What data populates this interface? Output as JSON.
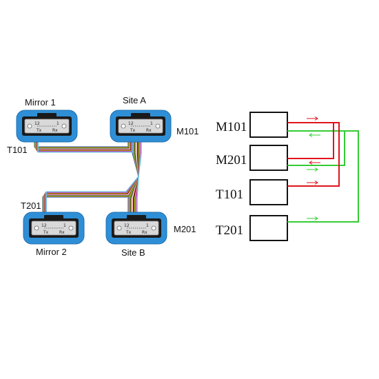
{
  "modules": [
    {
      "id": "mirror1",
      "label": "Mirror 1",
      "pins_left": "12",
      "pins_right": "1",
      "tx": "Tx",
      "rx": "Rx"
    },
    {
      "id": "siteA",
      "label": "Site A",
      "pins_left": "12",
      "pins_right": "1",
      "tx": "Tx",
      "rx": "Rx"
    },
    {
      "id": "mirror2",
      "label": "Mirror 2",
      "pins_left": "12",
      "pins_right": "1",
      "tx": "Tx",
      "rx": "Rx"
    },
    {
      "id": "siteB",
      "label": "Site B",
      "pins_left": "12",
      "pins_right": "1",
      "tx": "Tx",
      "rx": "Rx"
    }
  ],
  "tags": {
    "t101": "T101",
    "m101": "M101",
    "t201": "T201",
    "m201": "M201"
  },
  "ports": [
    "M101",
    "M201",
    "T101",
    "T201"
  ],
  "colors": {
    "module_body": "#2f8fd6",
    "module_dark": "#1a1a1a",
    "loop_red": "#e0121b",
    "loop_green": "#33cc33",
    "fiber_colors": [
      "#1f5fd6",
      "#f28c1a",
      "#2bb02b",
      "#8a4b1e",
      "#8c8c8c",
      "#ffffff",
      "#e0121b",
      "#111111",
      "#f2e21a",
      "#7a2fc4",
      "#f06fb0",
      "#59c8e8"
    ]
  }
}
